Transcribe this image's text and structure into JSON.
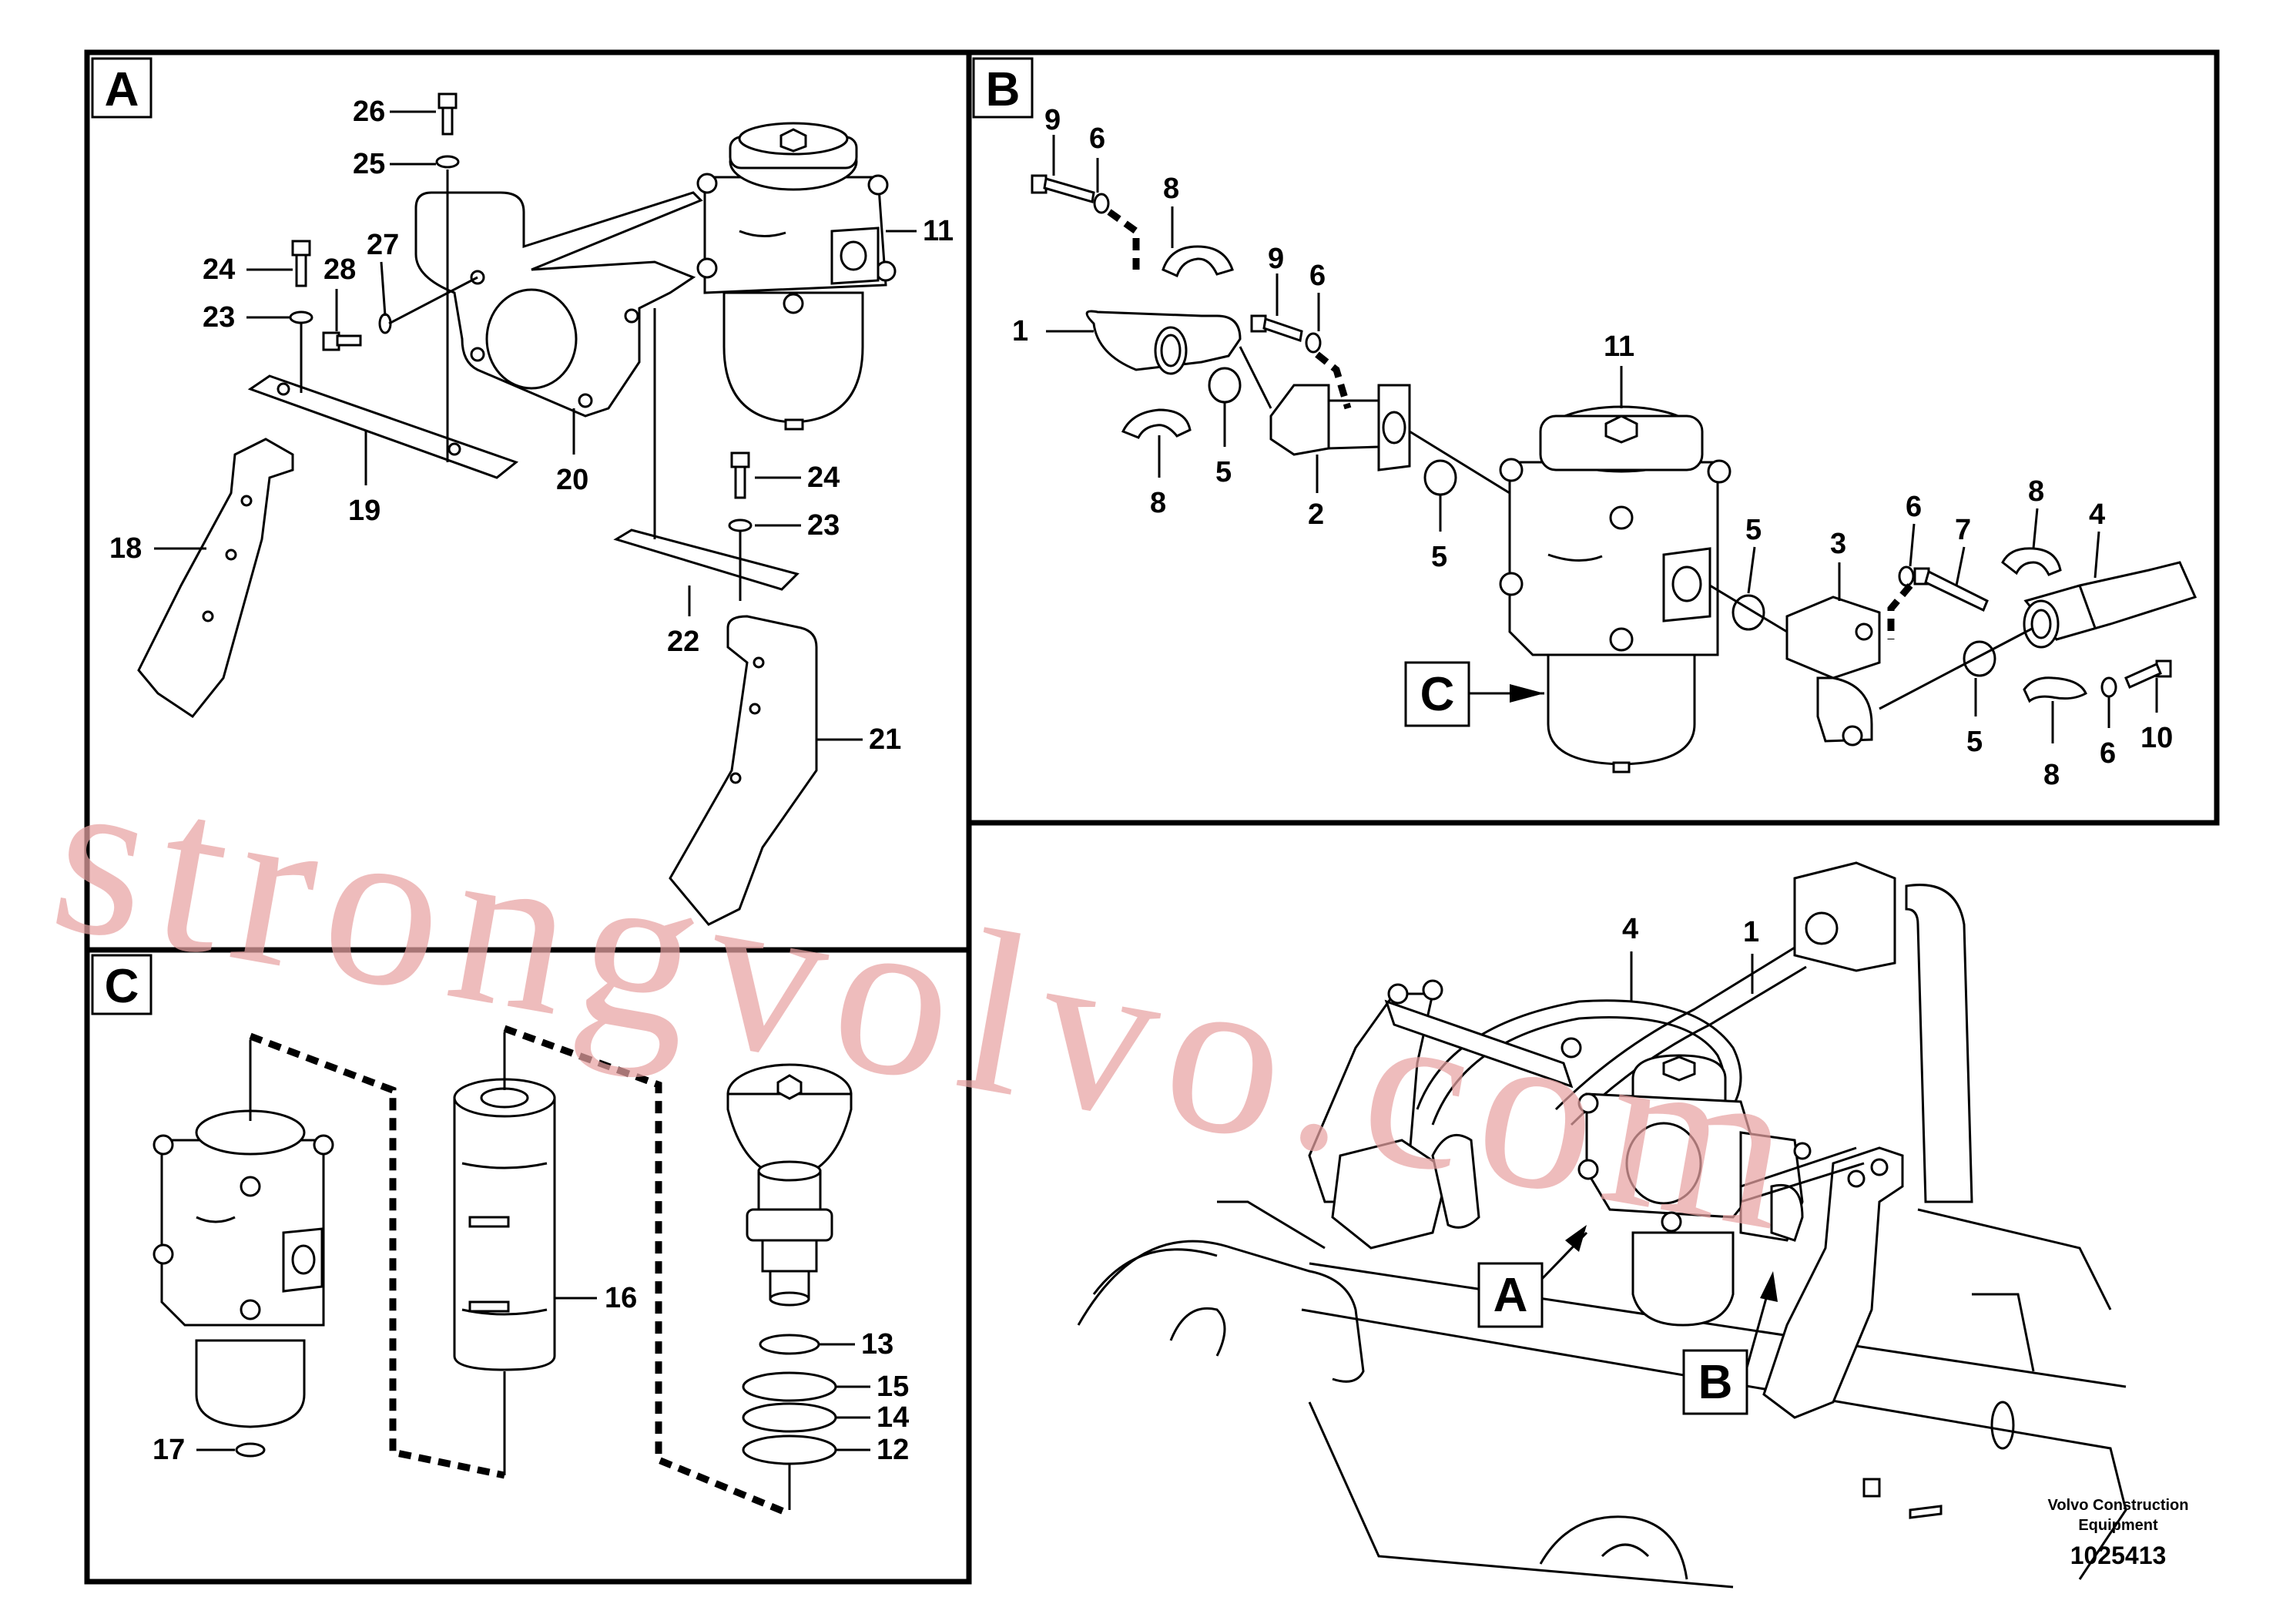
{
  "panels": {
    "a": {
      "tag": "A"
    },
    "b": {
      "tag": "B"
    },
    "c": {
      "tag": "C"
    }
  },
  "callouts": {
    "a": [
      "26",
      "25",
      "11",
      "24",
      "28",
      "27",
      "23",
      "19",
      "20",
      "18",
      "24",
      "23",
      "22",
      "21"
    ],
    "b": [
      "9",
      "6",
      "8",
      "9",
      "6",
      "1",
      "11",
      "5",
      "8",
      "2",
      "5",
      "5",
      "3",
      "6",
      "7",
      "8",
      "4",
      "5",
      "8",
      "6",
      "10"
    ],
    "c": [
      "16",
      "13",
      "15",
      "14",
      "12",
      "17"
    ],
    "overview": [
      "4",
      "1"
    ]
  },
  "overview_tags": {
    "a": "A",
    "b": "B"
  },
  "watermark": "strongvolvo.com",
  "footer": {
    "brand_line1": "Volvo Construction",
    "brand_line2": "Equipment",
    "ref_number": "1025413"
  }
}
